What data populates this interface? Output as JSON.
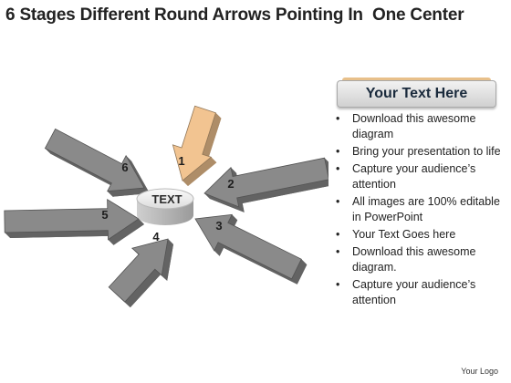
{
  "title": "6 Stages Different Round Arrows Pointing In  One Center",
  "center_label": "TEXT",
  "arrows": [
    {
      "number": "1",
      "color": "#f2c491"
    },
    {
      "number": "2",
      "color": "#8a8a8a"
    },
    {
      "number": "3",
      "color": "#8a8a8a"
    },
    {
      "number": "4",
      "color": "#8a8a8a"
    },
    {
      "number": "5",
      "color": "#8a8a8a"
    },
    {
      "number": "6",
      "color": "#8a8a8a"
    }
  ],
  "panel": {
    "header": "Your Text Here",
    "bullets": [
      "Download this awesome diagram",
      "Bring your presentation to life",
      "Capture your audience’s attention",
      "All images are 100% editable in PowerPoint",
      "Your Text Goes here",
      "Download this awesome diagram.",
      "Capture your audience’s attention"
    ]
  },
  "logo": "Your Logo"
}
